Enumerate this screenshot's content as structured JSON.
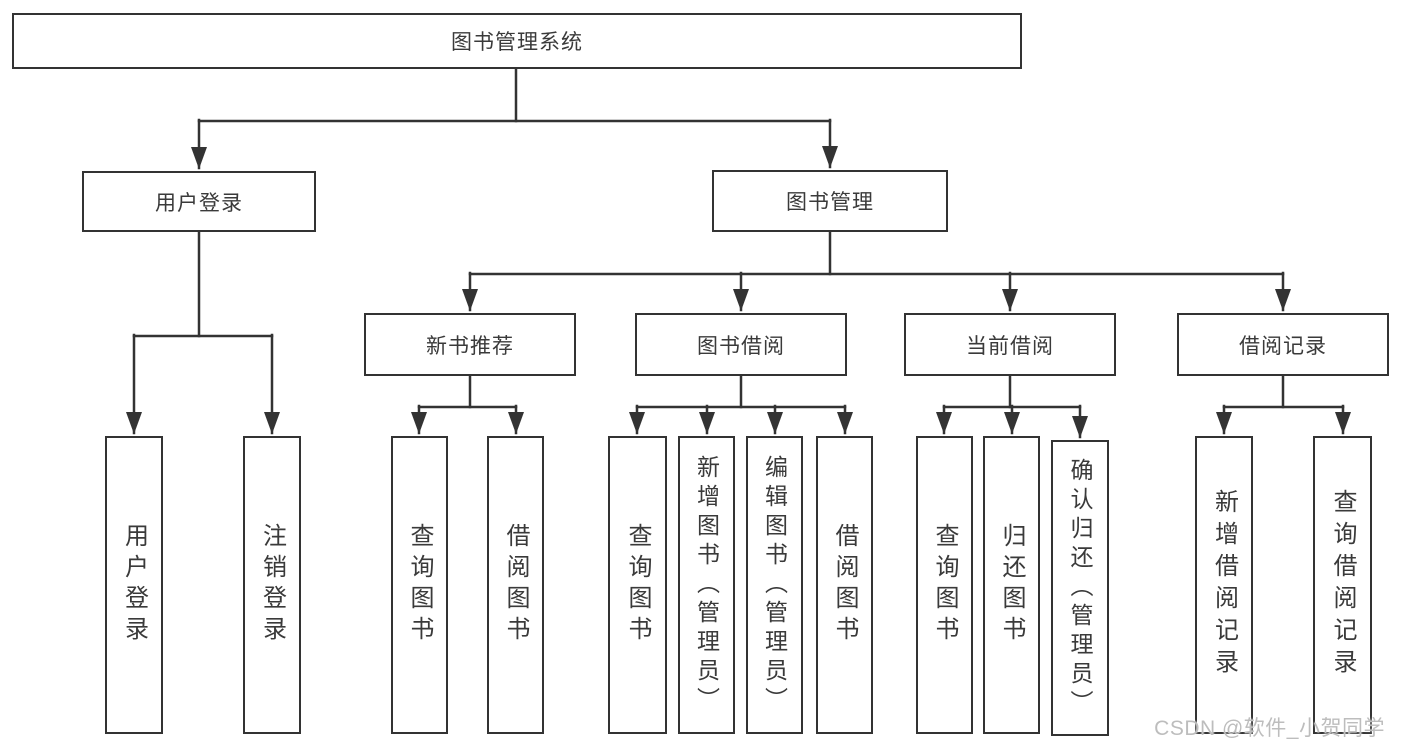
{
  "diagram": {
    "root": {
      "label": "图书管理系统"
    },
    "level2": [
      {
        "label": "用户登录"
      },
      {
        "label": "图书管理"
      }
    ],
    "level3": [
      {
        "label": "新书推荐"
      },
      {
        "label": "图书借阅"
      },
      {
        "label": "当前借阅"
      },
      {
        "label": "借阅记录"
      }
    ],
    "leaves": {
      "login": [
        "用户登录",
        "注销登录"
      ],
      "recommend": [
        "查询图书",
        "借阅图书"
      ],
      "borrow": [
        "查询图书",
        "新增图书（管理员）",
        "编辑图书（管理员）",
        "借阅图书"
      ],
      "current": [
        "查询图书",
        "归还图书",
        "确认归还（管理员）"
      ],
      "records": [
        "新增借阅记录",
        "查询借阅记录"
      ]
    }
  },
  "watermark": {
    "text": "CSDN @软件_小贺同学"
  },
  "colors": {
    "line": "#333333",
    "text": "#3a3a3a",
    "background": "#ffffff",
    "watermark": "#bdbdbd"
  }
}
